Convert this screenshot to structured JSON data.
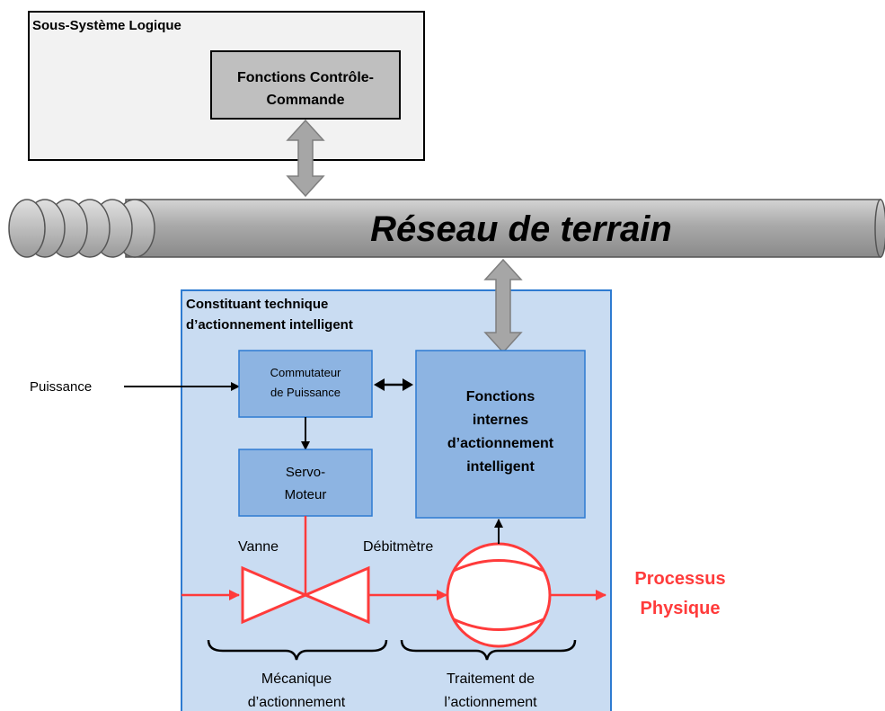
{
  "logic_subsystem": {
    "title": "Sous-Système Logique"
  },
  "control_functions": {
    "line1": "Fonctions Contrôle-",
    "line2": "Commande"
  },
  "fieldbus": {
    "label": "Réseau de terrain"
  },
  "technical_component": {
    "line1": "Constituant technique",
    "line2": "d’actionnement intelligent"
  },
  "power_input": {
    "label": "Puissance"
  },
  "power_switch": {
    "line1": "Commutateur",
    "line2": "de Puissance"
  },
  "internal_functions": {
    "line1": "Fonctions",
    "line2": "internes",
    "line3": "d’actionnement",
    "line4": "intelligent"
  },
  "servo_motor": {
    "line1": "Servo-",
    "line2": "Moteur"
  },
  "valve": {
    "label": "Vanne"
  },
  "flowmeter": {
    "label": "Débitmètre"
  },
  "physical_process": {
    "line1": "Processus",
    "line2": "Physique"
  },
  "mechanics_brace": {
    "line1": "Mécanique",
    "line2": "d’actionnement"
  },
  "processing_brace": {
    "line1": "Traitement de",
    "line2": "l’actionnement"
  },
  "colors": {
    "process_red": "#ff3b3b",
    "component_fill": "#c9dcf2",
    "component_border": "#2e7bd1",
    "block_fill": "#8db4e2",
    "logic_box_fill": "#f2f2f2",
    "control_box_fill": "#bfbfbf",
    "bus_fill": "#a6a6a6"
  }
}
